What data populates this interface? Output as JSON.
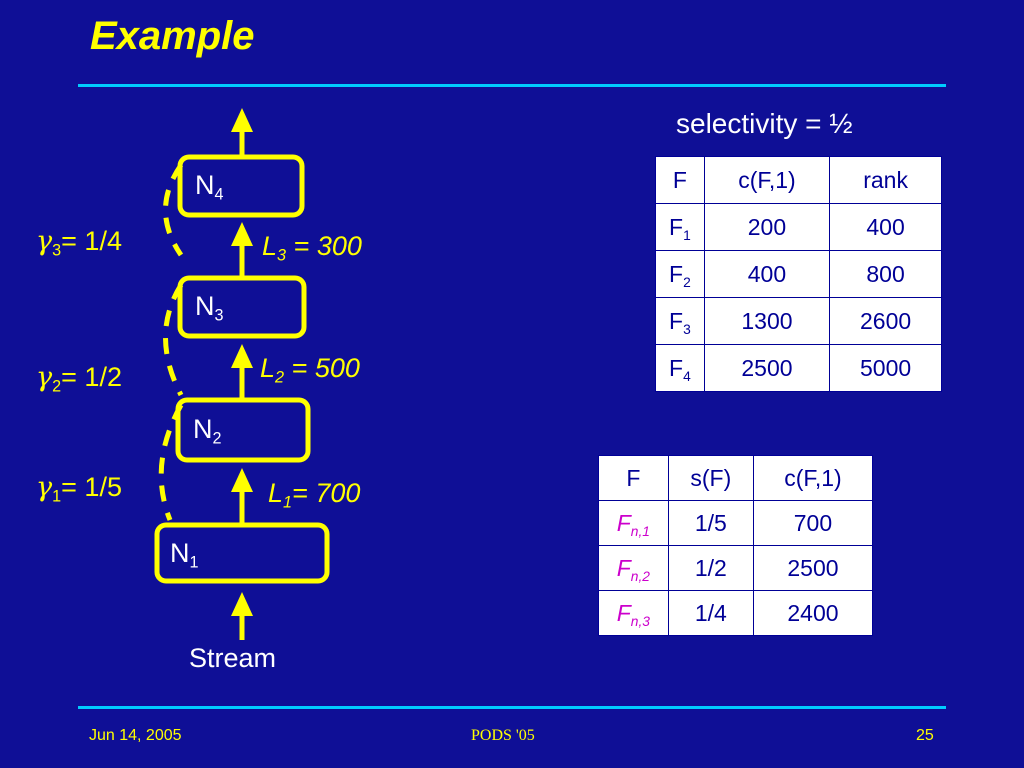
{
  "slide": {
    "title": "Example",
    "stream_label": "Stream",
    "nodes": [
      {
        "base": "N",
        "sub": "4"
      },
      {
        "base": "N",
        "sub": "3"
      },
      {
        "base": "N",
        "sub": "2"
      },
      {
        "base": "N",
        "sub": "1"
      }
    ],
    "gammas": [
      {
        "symbol": "γ",
        "sub": "3",
        "value": "= 1/4"
      },
      {
        "symbol": "γ",
        "sub": "2",
        "value": "= 1/2"
      },
      {
        "symbol": "γ",
        "sub": "1",
        "value": "= 1/5"
      }
    ],
    "loads": [
      {
        "base": "L",
        "sub": "3",
        "value": " = 300"
      },
      {
        "base": "L",
        "sub": "2",
        "value": " = 500"
      },
      {
        "base": "L",
        "sub": "1",
        "value": "= 700"
      }
    ],
    "selectivity_label": "selectivity = ½",
    "rank_table": {
      "headers": [
        "F",
        "c(F,1)",
        "rank"
      ],
      "rows": [
        {
          "f": "F",
          "f_sub": "1",
          "c": "200",
          "rank": "400"
        },
        {
          "f": "F",
          "f_sub": "2",
          "c": "400",
          "rank": "800"
        },
        {
          "f": "F",
          "f_sub": "3",
          "c": "1300",
          "rank": "2600"
        },
        {
          "f": "F",
          "f_sub": "4",
          "c": "2500",
          "rank": "5000"
        }
      ]
    },
    "filter_table": {
      "headers": [
        "F",
        "s(F)",
        "c(F,1)"
      ],
      "rows": [
        {
          "f": "F",
          "f_sub": "n,1",
          "s": "1/5",
          "c": "700"
        },
        {
          "f": "F",
          "f_sub": "n,2",
          "s": "1/2",
          "c": "2500"
        },
        {
          "f": "F",
          "f_sub": "n,3",
          "s": "1/4",
          "c": "2400"
        }
      ]
    }
  },
  "footer": {
    "date": "Jun 14, 2005",
    "conference": "PODS '05",
    "page": "25"
  },
  "colors": {
    "background": "#0f0f96",
    "accent": "#ffff00",
    "rule": "#00ccff",
    "table_text": "#000096",
    "italic_cell": "#cc00cc"
  }
}
